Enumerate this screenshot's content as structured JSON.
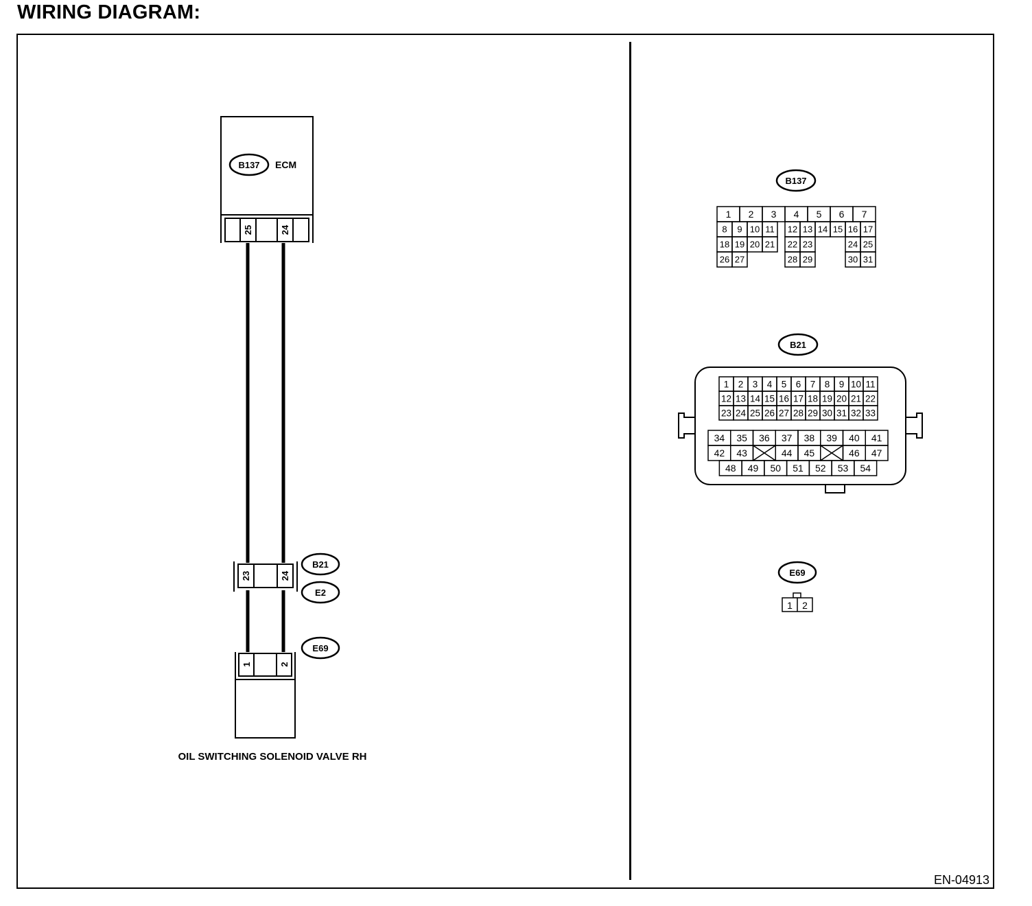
{
  "title": "WIRING DIAGRAM:",
  "figure_code": "EN-04913",
  "ecm": {
    "connector": "B137",
    "label": "ECM",
    "pins": [
      "25",
      "24"
    ]
  },
  "joint": {
    "upper_connector": "B21",
    "lower_connector": "E2",
    "pins": [
      "23",
      "24"
    ]
  },
  "solenoid": {
    "connector": "E69",
    "pins": [
      "1",
      "2"
    ],
    "label": "OIL SWITCHING SOLENOID VALVE RH"
  },
  "connector_views": {
    "b137": {
      "label": "B137",
      "rows": [
        [
          "1",
          "2",
          "3",
          "4",
          "5",
          "6",
          "7"
        ],
        [
          "8",
          "9",
          "10",
          "11",
          "12",
          "13",
          "14",
          "15",
          "16",
          "17"
        ],
        [
          "18",
          "19",
          "20",
          "21",
          "22",
          "23",
          "24",
          "25"
        ],
        [
          "26",
          "27",
          "28",
          "29",
          "30",
          "31"
        ]
      ]
    },
    "b21": {
      "label": "B21",
      "upper_rows": [
        [
          "1",
          "2",
          "3",
          "4",
          "5",
          "6",
          "7",
          "8",
          "9",
          "10",
          "11"
        ],
        [
          "12",
          "13",
          "14",
          "15",
          "16",
          "17",
          "18",
          "19",
          "20",
          "21",
          "22"
        ],
        [
          "23",
          "24",
          "25",
          "26",
          "27",
          "28",
          "29",
          "30",
          "31",
          "32",
          "33"
        ]
      ],
      "lower_rows": [
        [
          "34",
          "35",
          "36",
          "37",
          "38",
          "39",
          "40",
          "41"
        ],
        [
          "42",
          "43",
          "44",
          "45",
          "46",
          "47"
        ],
        [
          "48",
          "49",
          "50",
          "51",
          "52",
          "53",
          "54"
        ]
      ]
    },
    "e69": {
      "label": "E69",
      "pins": [
        "1",
        "2"
      ]
    }
  }
}
